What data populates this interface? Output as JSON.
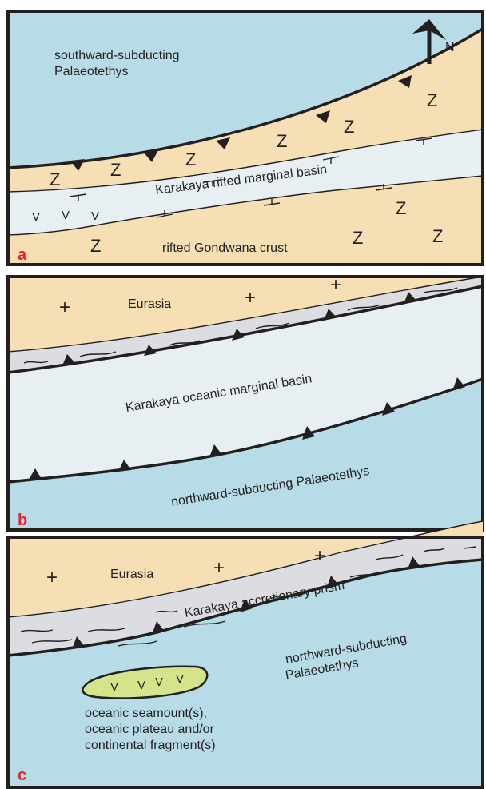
{
  "colors": {
    "ocean": "#b8dce7",
    "continent": "#f6dfb4",
    "basin": "#e7eff3",
    "prism": "#dcdde0",
    "seamount": "#d3e48a",
    "outline": "#231f20",
    "panel_label": "#e0262b"
  },
  "panel_a": {
    "label": "a",
    "north_label": "N",
    "ocean_label_line1": "southward-subducting",
    "ocean_label_line2": "Palaeotethys",
    "basin_label": "Karakaya rifted marginal basin",
    "crust_label": "rifted Gondwana crust",
    "symbol_z": "Z",
    "symbol_v": "V"
  },
  "panel_b": {
    "label": "b",
    "continent_label": "Eurasia",
    "basin_label": "Karakaya oceanic marginal basin",
    "ocean_label": "northward-subducting Palaeotethys",
    "symbol_plus": "+"
  },
  "panel_c": {
    "label": "c",
    "continent_label": "Eurasia",
    "prism_label": "Karakaya accretionary prism",
    "ocean_label_line1": "northward-subducting",
    "ocean_label_line2": "Palaeotethys",
    "seamount_label_line1": "oceanic seamount(s),",
    "seamount_label_line2": "oceanic plateau and/or",
    "seamount_label_line3": "continental fragment(s)",
    "symbol_plus": "+",
    "symbol_v": "V"
  },
  "icons": [
    "north-arrow-icon",
    "subduction-tooth-icon"
  ]
}
